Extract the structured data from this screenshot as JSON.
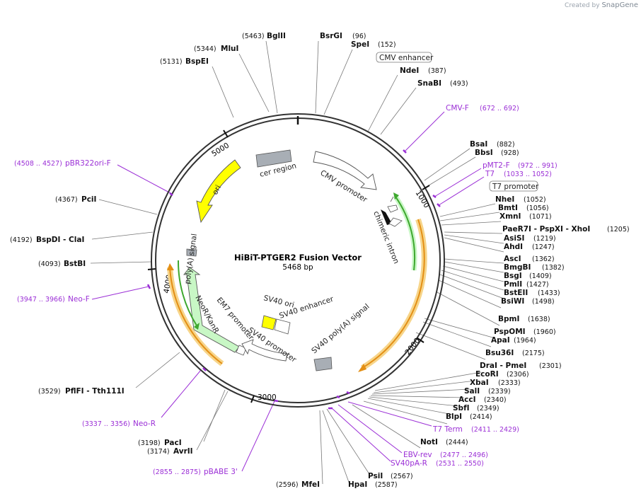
{
  "brand": {
    "created_by": "Created by",
    "name": "SnapGene"
  },
  "map": {
    "name": "HiBiT-PTGER2 Fusion Vector",
    "length_label": "5468 bp",
    "length": 5468,
    "ticks": [
      "1000",
      "2000",
      "3000",
      "4000",
      "5000"
    ]
  },
  "colors": {
    "primer": "#9b2fd6",
    "yellow": "#ffff00",
    "green_feature": "#c8f7c5",
    "green_orf": "#3fa82f",
    "orange_orf": "#e38f15",
    "gray_box": "#a8aeb5",
    "backbone": "#333333"
  },
  "enzymes": [
    {
      "name": "BglII",
      "pos": "(5463)"
    },
    {
      "name": "BsrGI",
      "pos": "(96)"
    },
    {
      "name": "SpeI",
      "pos": "(152)"
    },
    {
      "name": "MluI",
      "pos": "(5344)"
    },
    {
      "name": "BspEI",
      "pos": "(5131)"
    },
    {
      "name": "NdeI",
      "pos": "(387)"
    },
    {
      "name": "SnaBI",
      "pos": "(493)"
    },
    {
      "name": "BsaI",
      "pos": "(882)"
    },
    {
      "name": "BbsI",
      "pos": "(928)"
    },
    {
      "name": "NheI",
      "pos": "(1052)"
    },
    {
      "name": "BmtI",
      "pos": "(1056)"
    },
    {
      "name": "XmnI",
      "pos": "(1071)"
    },
    {
      "name": "PaeR7I - PspXI - XhoI",
      "pos": "(1205)"
    },
    {
      "name": "AsiSI",
      "pos": "(1219)"
    },
    {
      "name": "AhdI",
      "pos": "(1247)"
    },
    {
      "name": "AscI",
      "pos": "(1362)"
    },
    {
      "name": "BmgBI",
      "pos": "(1382)"
    },
    {
      "name": "BsgI",
      "pos": "(1409)"
    },
    {
      "name": "PmlI",
      "pos": "(1427)"
    },
    {
      "name": "BstEII",
      "pos": "(1433)"
    },
    {
      "name": "BsiWI",
      "pos": "(1498)"
    },
    {
      "name": "BpmI",
      "pos": "(1638)"
    },
    {
      "name": "PspOMI",
      "pos": "(1960)"
    },
    {
      "name": "ApaI",
      "pos": "(1964)"
    },
    {
      "name": "Bsu36I",
      "pos": "(2175)"
    },
    {
      "name": "DraI - PmeI",
      "pos": "(2301)"
    },
    {
      "name": "EcoRI",
      "pos": "(2306)"
    },
    {
      "name": "XbaI",
      "pos": "(2333)"
    },
    {
      "name": "SalI",
      "pos": "(2339)"
    },
    {
      "name": "AccI",
      "pos": "(2340)"
    },
    {
      "name": "SbfI",
      "pos": "(2349)"
    },
    {
      "name": "BlpI",
      "pos": "(2414)"
    },
    {
      "name": "NotI",
      "pos": "(2444)"
    },
    {
      "name": "PsiI",
      "pos": "(2567)"
    },
    {
      "name": "HpaI",
      "pos": "(2587)"
    },
    {
      "name": "MfeI",
      "pos": "(2596)"
    },
    {
      "name": "PciI",
      "pos": "(4367)"
    },
    {
      "name": "BspDI - ClaI",
      "pos": "(4192)"
    },
    {
      "name": "BstBI",
      "pos": "(4093)"
    },
    {
      "name": "PflFI - Tth111I",
      "pos": "(3529)"
    },
    {
      "name": "PacI",
      "pos": "(3198)"
    },
    {
      "name": "AvrII",
      "pos": "(3174)"
    }
  ],
  "primers": [
    {
      "name": "CMV-F",
      "pos": "(672 .. 692)"
    },
    {
      "name": "pMT2-F",
      "pos": "(972 .. 991)"
    },
    {
      "name": "T7",
      "pos": "(1033 .. 1052)"
    },
    {
      "name": "pBR322ori-F",
      "pos": "(4508 .. 4527)"
    },
    {
      "name": "Neo-F",
      "pos": "(3947 .. 3966)"
    },
    {
      "name": "Neo-R",
      "pos": "(3337 .. 3356)"
    },
    {
      "name": "pBABE 3'",
      "pos": "(2855 .. 2875)"
    },
    {
      "name": "T7 Term",
      "pos": "(2411 .. 2429)"
    },
    {
      "name": "EBV-rev",
      "pos": "(2477 .. 2496)"
    },
    {
      "name": "SV40pA-R",
      "pos": "(2531 .. 2550)"
    }
  ],
  "boxed_labels": {
    "cmv_enhancer": "CMV enhancer",
    "t7_promoter": "T7 promoter"
  },
  "features": {
    "cer_region": "cer region",
    "cmv_promoter": "CMV promoter",
    "chimeric_intron": "chimeric intron",
    "ori": "ori",
    "polya_signal": "poly(A) signal",
    "neor_kanr": "NeoR/KanR",
    "em7_promoter": "EM7 promoter",
    "sv40_promoter": "SV40 promoter",
    "sv40_ori": "SV40 ori",
    "sv40_enhancer": "SV40 enhancer",
    "sv40_polya": "SV40 poly(A) signal"
  }
}
